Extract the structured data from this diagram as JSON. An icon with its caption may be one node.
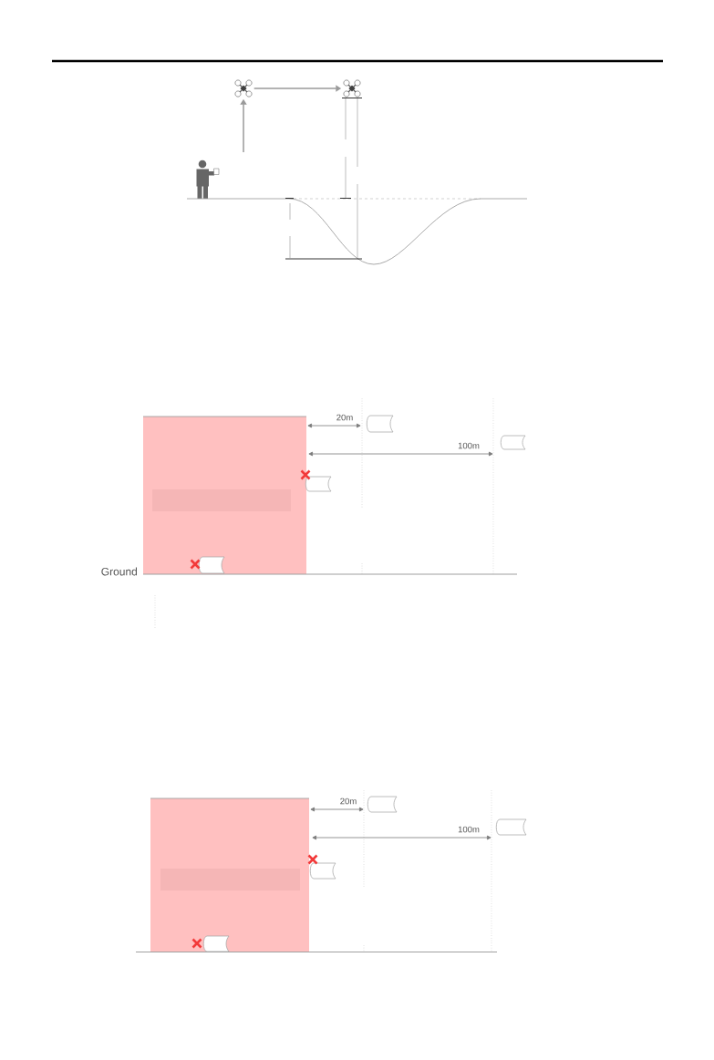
{
  "diagram": {
    "nodes": [
      {
        "text": [],
        "shape": "picture"
      },
      {
        "text": [],
        "shape": "picture"
      }
    ],
    "edges": [
      {
        "from": null,
        "to": 0,
        "arrow": "to"
      },
      {
        "from": 0,
        "to": 1,
        "arrow": "to"
      }
    ],
    "labels": [
      "20m",
      "100m",
      "Ground",
      "20m",
      "100m"
    ]
  }
}
